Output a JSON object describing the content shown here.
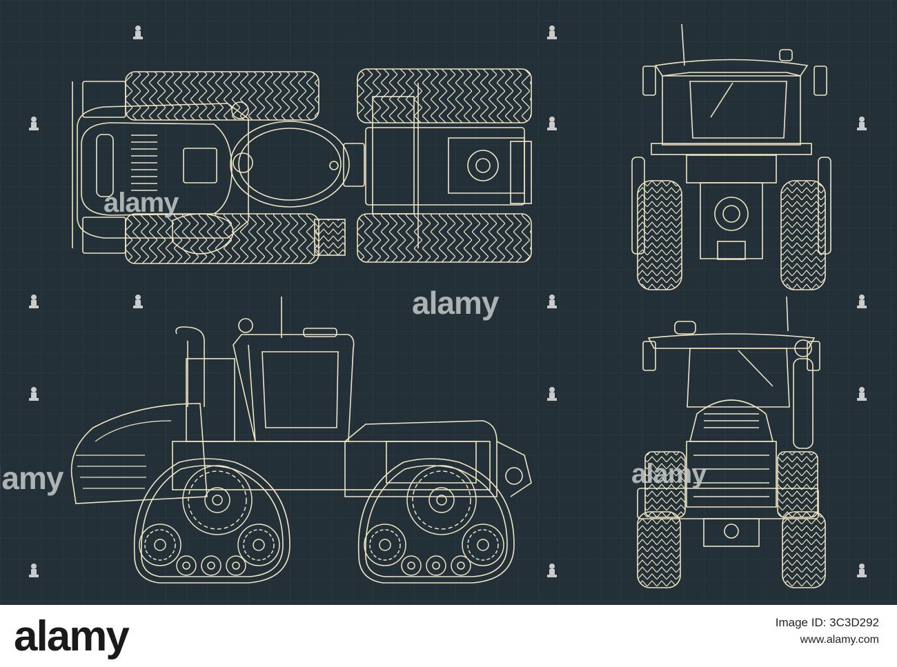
{
  "watermark": {
    "text": "alamy"
  },
  "footer": {
    "logo": "alamy",
    "image_id": "Image ID: 3C3D292",
    "url": "www.alamy.com"
  },
  "colors": {
    "background": "#243038",
    "line": "#f0e6c4",
    "grid": "#2f3d46"
  },
  "icons": [
    "alamy-stamp-icon"
  ]
}
